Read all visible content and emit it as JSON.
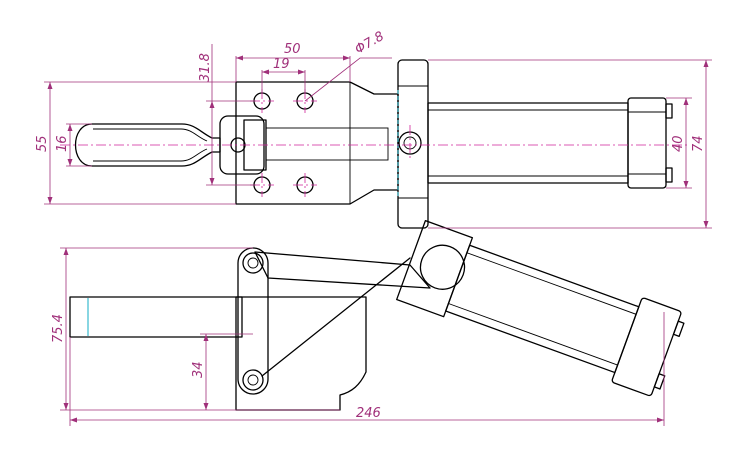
{
  "colors": {
    "outline": "#000000",
    "dimension": "#a0307a",
    "centerline": "#d0249a",
    "hidden_edge": "#26b5c9",
    "background": "#ffffff"
  },
  "dimensions": {
    "top_width": "50",
    "top_hole_spacing": "19",
    "top_hole_diameter": "Φ7.8",
    "top_hole_offset": "31.8",
    "top_height_left": "55",
    "handle_height": "16",
    "cylinder_height": "40",
    "total_height": "74",
    "side_height": "75.4",
    "side_pivot_height": "34",
    "total_length": "246"
  }
}
